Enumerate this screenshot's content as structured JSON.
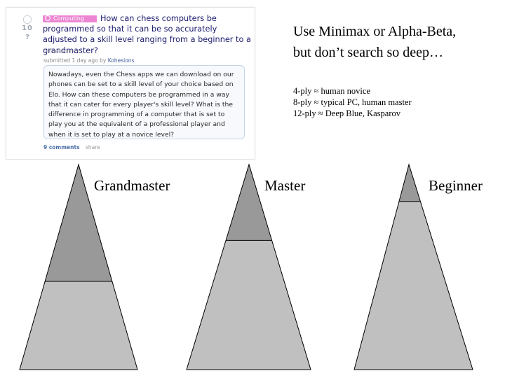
{
  "post": {
    "score": "10",
    "flair": "Computing",
    "title": "How can chess computers be programmed so that it can be so accurately adjusted to a skill level ranging from a beginner to a grandmaster?",
    "domain": "self.askscience",
    "meta_prefix": "submitted 1 day ago by ",
    "author": "Kohesions",
    "body": "Nowadays, even the Chess apps we can download on our phones can be set to a skill level of your choice based on Elo. How can these computers be programmed in a way that it can cater for every player's skill level? What is the difference in programming of a computer that is set to play you at the equivalent of a professional player and when it is set to play at a novice level?",
    "comments": "9 comments",
    "share": "share"
  },
  "headline": {
    "line1": "Use Minimax or Alpha-Beta,",
    "line2": "but don’t search so deep…"
  },
  "ply_levels": [
    "4-ply ≈ human novice",
    "8-ply ≈ typical PC, human master",
    "12-ply ≈ Deep Blue, Kasparov"
  ],
  "triangles": [
    {
      "label": "Grandmaster",
      "searched_fraction": 0.57
    },
    {
      "label": "Master",
      "searched_fraction": 0.37
    },
    {
      "label": "Beginner",
      "searched_fraction": 0.18
    }
  ],
  "colors": {
    "searched_region": "#999999",
    "unsearched_region": "#c0c0c0",
    "flair": "#ec86d2"
  }
}
